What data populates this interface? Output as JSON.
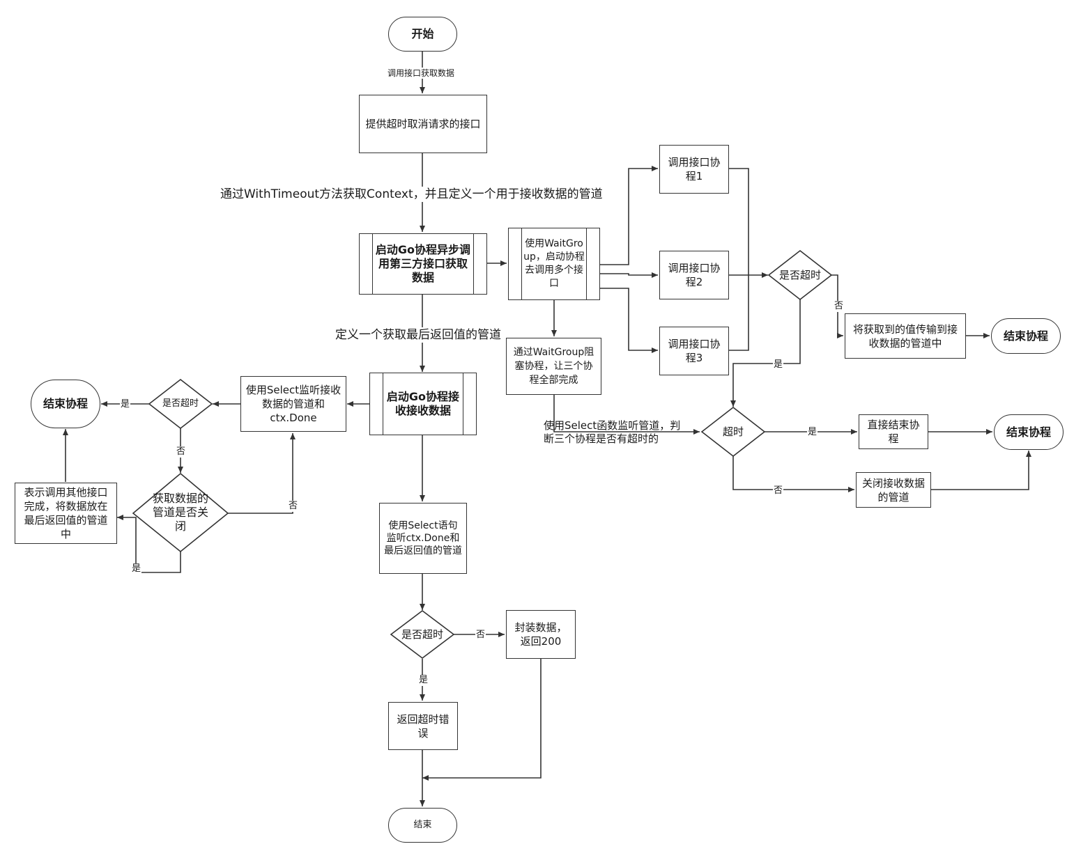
{
  "nodes": {
    "start": "开始",
    "provide_timeout": "提供超时取消请求的接口",
    "start_go_async": "启动Go协程异步调用第三方接口获取数据",
    "use_waitgroup": "使用WaitGroup，启动协程去调用多个接口",
    "call_api_1": "调用接口协程1",
    "call_api_2": "调用接口协程2",
    "call_api_3": "调用接口协程3",
    "is_timeout_right": "是否超时",
    "send_to_channel": "将获取到的值传输到接收数据的管道中",
    "end_coroutine_right_top": "结束协程",
    "wait_block": "通过WaitGroup阻塞协程，让三个协程全部完成",
    "timeout_check": "超时",
    "end_directly": "直接结束协程",
    "end_coroutine_right_mid": "结束协程",
    "close_channel": "关闭接收数据的管道",
    "start_go_receive": "启动Go协程接收接收数据",
    "select_listen_receive": "使用Select监听接收数据的管道和ctx.Done",
    "is_timeout_left": "是否超时",
    "end_coroutine_left": "结束协程",
    "is_channel_closed": "获取数据的管道是否关闭",
    "other_done": "表示调用其他接口完成，将数据放在最后返回值的管道中",
    "select_ctx_done": "使用Select语句监听ctx.Done和最后返回值的管道",
    "is_timeout_bottom": "是否超时",
    "pack_data": "封装数据，返回200",
    "return_timeout_err": "返回超时错误",
    "end": "结束"
  },
  "edge_labels": {
    "call_api_get_data": "调用接口获取数据",
    "with_timeout": "通过WithTimeout方法获取Context，并且定义一个用于接收数据的管道",
    "define_return_channel": "定义一个获取最后返回值的管道",
    "select_monitor": "使用Select函数监听管道，判断三个协程是否有超时的",
    "right_no": "否",
    "right_yes": "是",
    "timeout_yes": "是",
    "timeout_no": "否",
    "left_yes": "是",
    "left_no": "否",
    "closed_no": "否",
    "closed_yes": "是",
    "bottom_no": "否",
    "bottom_yes": "是"
  }
}
